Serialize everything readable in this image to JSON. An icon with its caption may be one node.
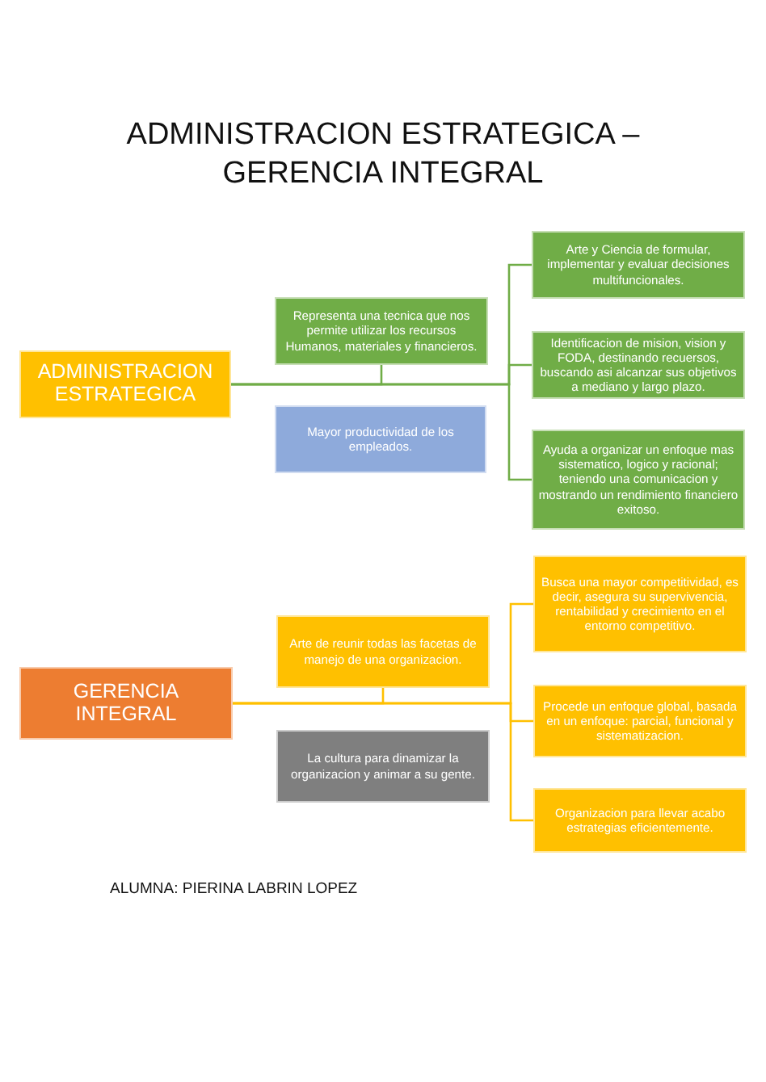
{
  "diagram": {
    "title": "ADMINISTRACION ESTRATEGICA – GERENCIA INTEGRAL",
    "nodes": [
      {
        "text": [
          "ADMINISTRACION ESTRATEGICA"
        ]
      },
      {
        "text": [
          "Representa una tecnica que nos permite utilizar los recursos Humanos, materiales y financieros."
        ]
      },
      {
        "text": [
          "Mayor productividad de los empleados."
        ]
      },
      {
        "text": [
          "Arte y Ciencia de formular, implementar y evaluar decisiones multifuncionales."
        ]
      },
      {
        "text": [
          "Identificacion de mision, vision y FODA, destinando recuersos, buscando asi alcanzar sus objetivos a mediano y largo plazo."
        ]
      },
      {
        "text": [
          "Ayuda a organizar un enfoque mas sistematico, logico y racional; teniendo una comunicacion y mostrando un rendimiento financiero exitoso."
        ]
      },
      {
        "text": [
          "GERENCIA INTEGRAL"
        ]
      },
      {
        "text": [
          "Arte de reunir todas las facetas de manejo de una organizacion."
        ]
      },
      {
        "text": [
          "La cultura para dinamizar la organizacion y animar a su gente."
        ]
      },
      {
        "text": [
          "Busca una mayor competitividad, es decir, asegura su supervivencia, rentabilidad y crecimiento en el entorno competitivo."
        ]
      },
      {
        "text": [
          "Procede un enfoque global, basada en un enfoque: parcial, funcional y sistematizacion."
        ]
      },
      {
        "text": [
          "Organizacion para llevar acabo estrategias eficientemente."
        ]
      }
    ],
    "edges": [
      {
        "from": 0,
        "to": 1,
        "arrow": "none",
        "color": "#70ad47"
      },
      {
        "from": 0,
        "to": 3,
        "arrow": "none",
        "color": "#70ad47"
      },
      {
        "from": 0,
        "to": 4,
        "arrow": "none",
        "color": "#70ad47"
      },
      {
        "from": 0,
        "to": 5,
        "arrow": "none",
        "color": "#70ad47"
      },
      {
        "from": 6,
        "to": 7,
        "arrow": "none",
        "color": "#ffc000"
      },
      {
        "from": 6,
        "to": 9,
        "arrow": "none",
        "color": "#ffc000"
      },
      {
        "from": 6,
        "to": 10,
        "arrow": "none",
        "color": "#ffc000"
      },
      {
        "from": 6,
        "to": 11,
        "arrow": "none",
        "color": "#ffc000"
      }
    ],
    "labels": [
      "ALUMNA: PIERINA LABRIN LOPEZ"
    ]
  }
}
